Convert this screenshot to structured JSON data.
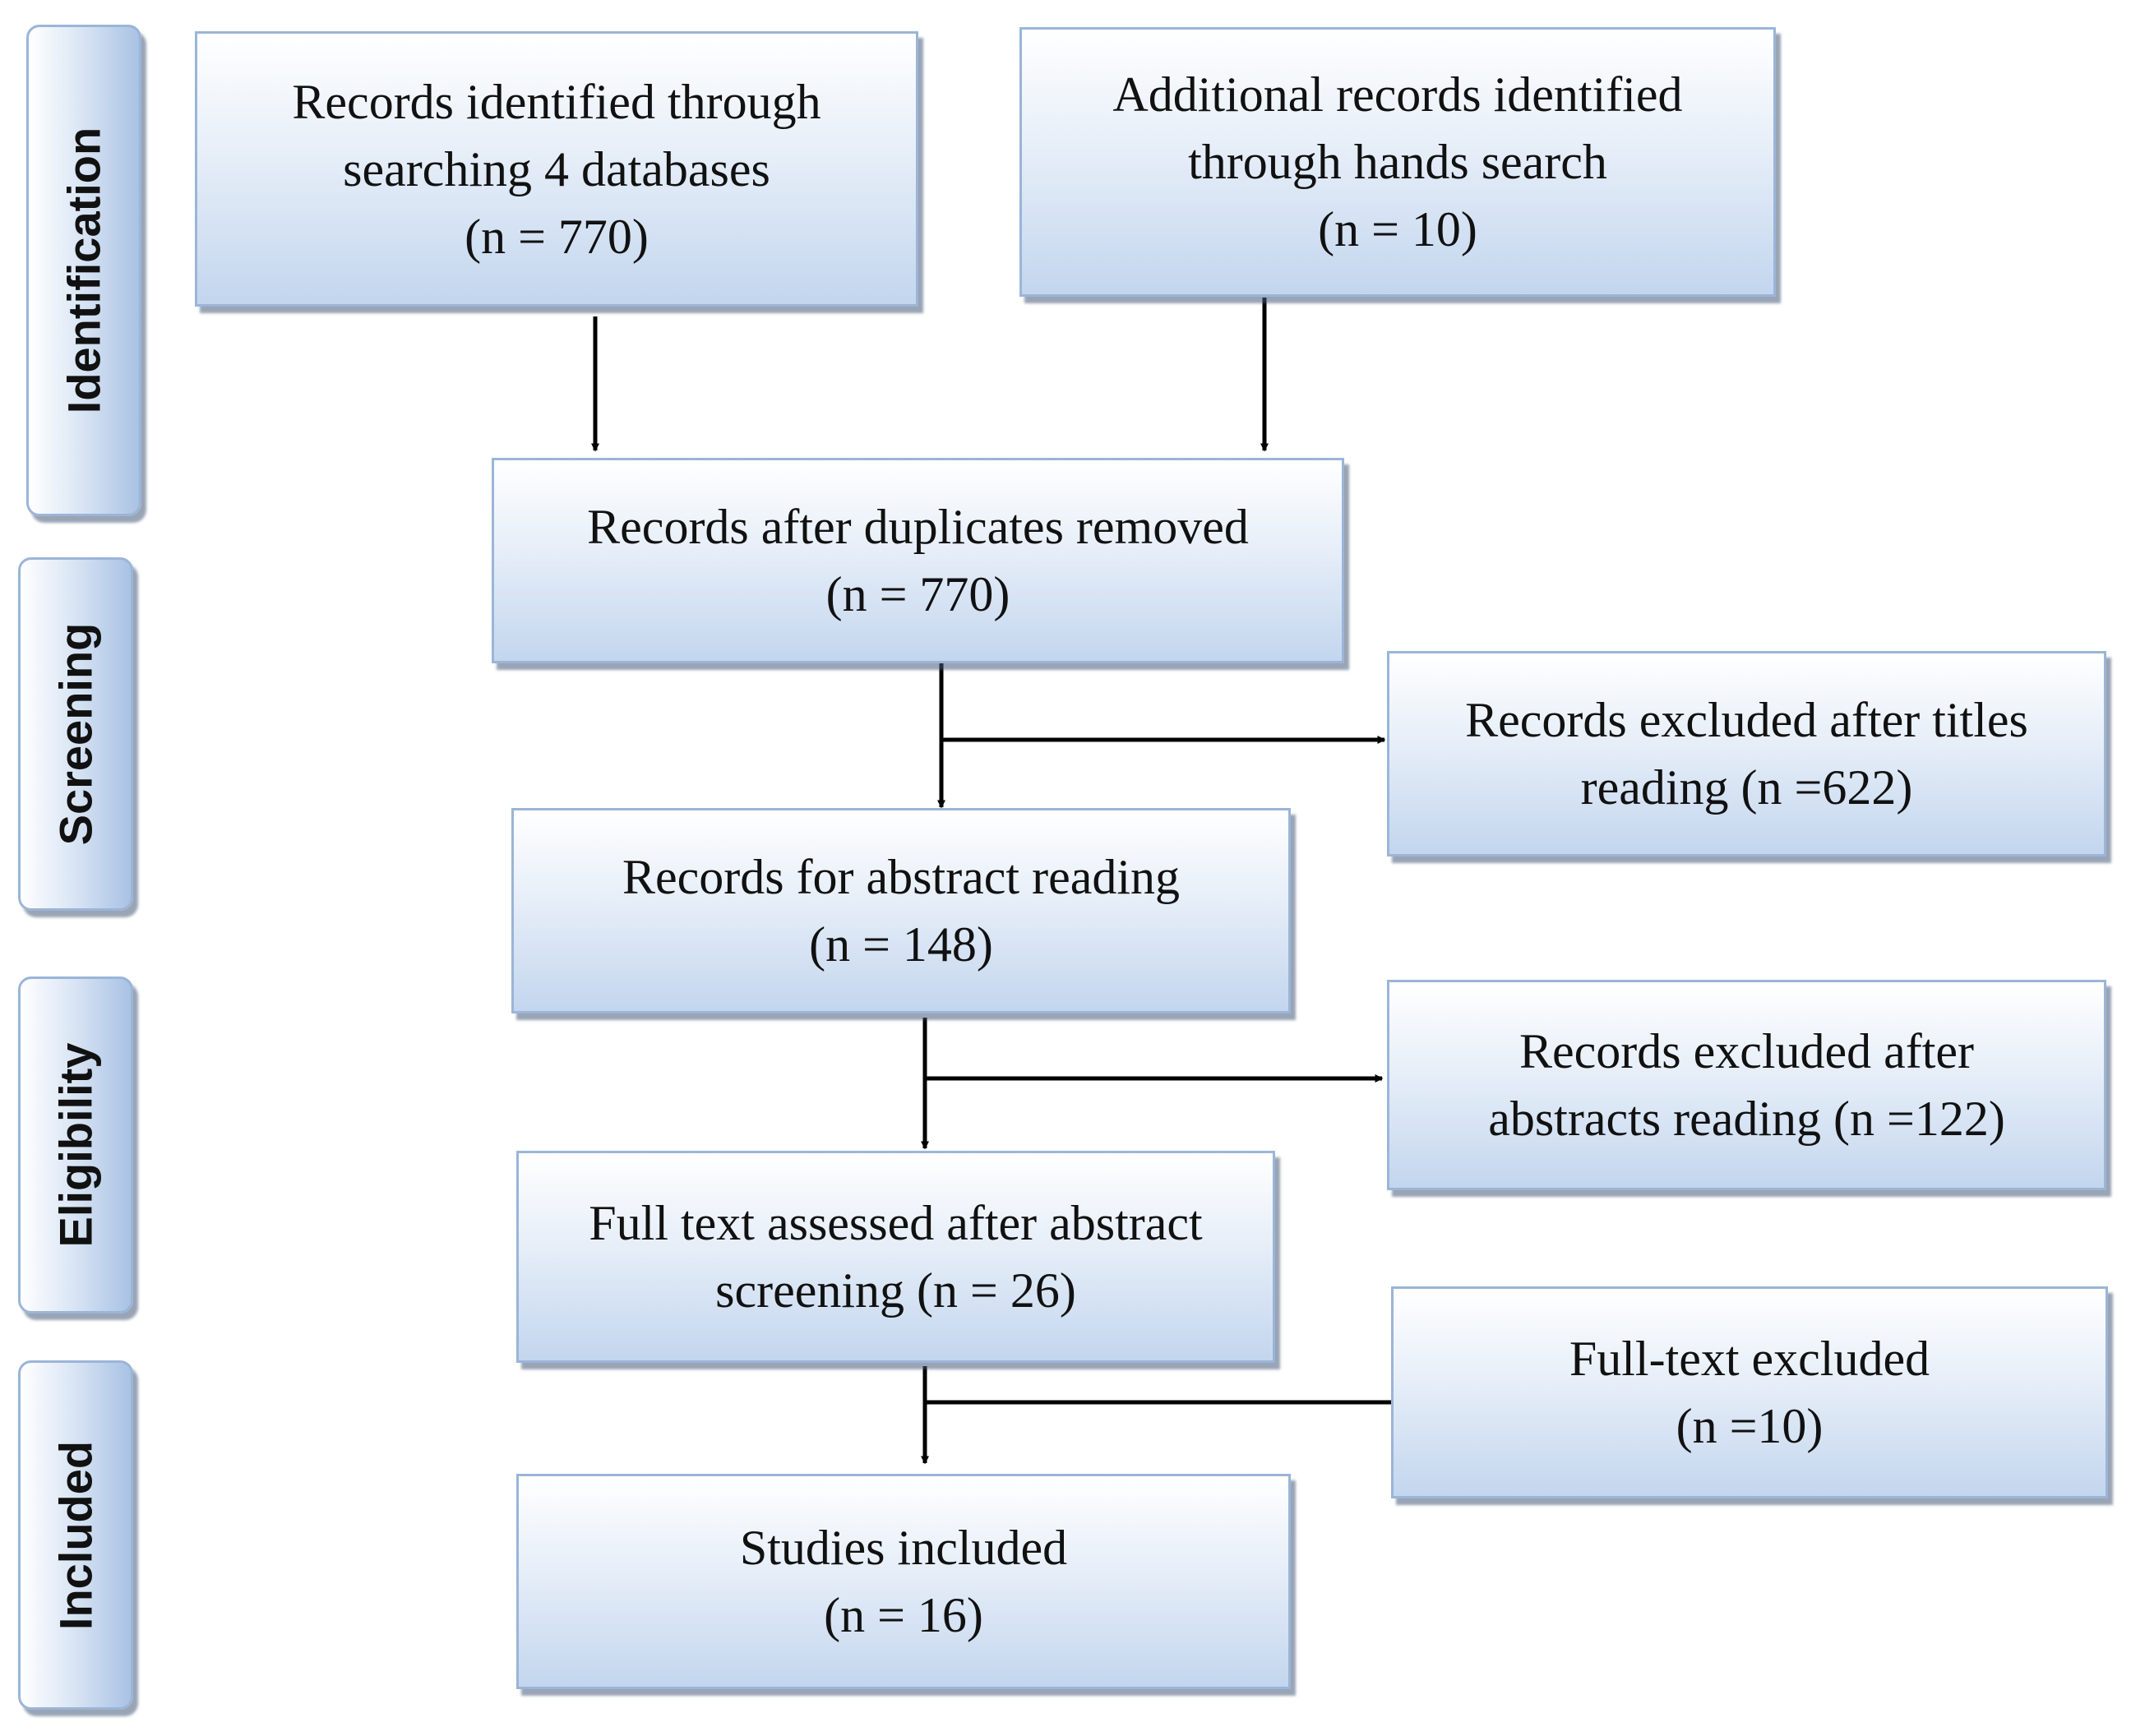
{
  "stages": {
    "identification": "Identification",
    "screening": "Screening",
    "eligibility": "Eligibility",
    "included": "Included"
  },
  "boxes": {
    "databases": {
      "line1": "Records identified through",
      "line2": "searching 4 databases",
      "line3": "(n = 770)"
    },
    "hands_search": {
      "line1": "Additional records identified",
      "line2": "through hands search",
      "line3": "(n = 10)"
    },
    "duplicates_removed": {
      "line1": "Records after duplicates removed",
      "line2": "(n = 770)"
    },
    "titles_excluded": {
      "line1": "Records excluded after titles",
      "line2": "reading (n =622)"
    },
    "abstract_reading": {
      "line1": "Records for abstract reading",
      "line2": "(n = 148)"
    },
    "abstracts_excluded": {
      "line1": "Records excluded after",
      "line2": "abstracts reading (n =122)"
    },
    "full_text_assessed": {
      "line1": "Full text assessed after abstract",
      "line2": "screening (n = 26)"
    },
    "full_text_excluded": {
      "line1": "Full-text excluded",
      "line2": "(n =10)"
    },
    "studies_included": {
      "line1": "Studies included",
      "line2": "(n = 16)"
    }
  }
}
